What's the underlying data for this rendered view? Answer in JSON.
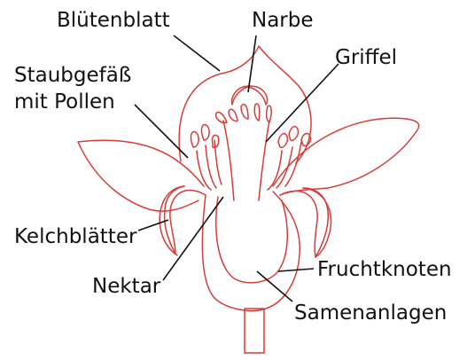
{
  "colors": {
    "outline": "#d63c37",
    "label_text": "#111111",
    "leader_line": "#111111",
    "background": "#ffffff"
  },
  "labels": {
    "bluetenblatt": "Blütenblatt",
    "narbe": "Narbe",
    "griffel": "Griffel",
    "staubgefaess_line1": "Staubgefäß",
    "staubgefaess_line2": "mit Pollen",
    "kelchblaetter": "Kelchblätter",
    "nektar": "Nektar",
    "fruchtknoten": "Fruchtknoten",
    "samenanlagen": "Samenanlagen"
  }
}
